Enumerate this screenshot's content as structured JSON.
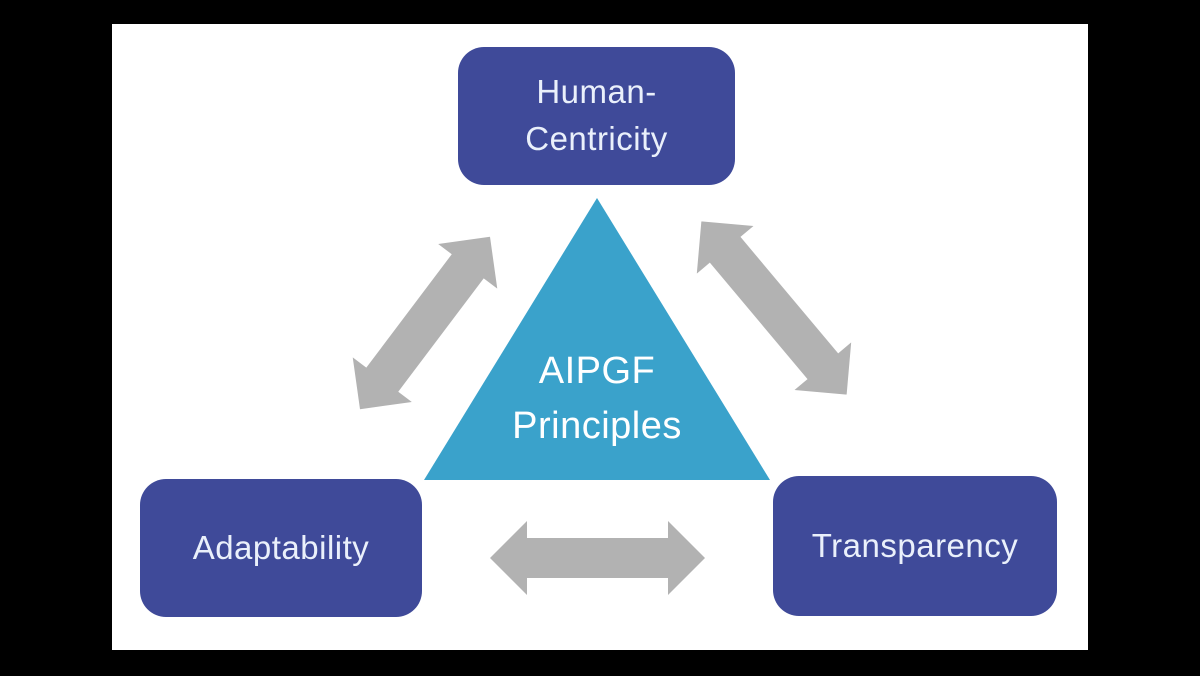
{
  "diagram": {
    "center": {
      "label": "AIPGF\nPrinciples"
    },
    "nodes": [
      {
        "id": "human-centricity",
        "label": "Human-\nCentricity"
      },
      {
        "id": "adaptability",
        "label": "Adaptability"
      },
      {
        "id": "transparency",
        "label": "Transparency"
      }
    ],
    "connectors": [
      {
        "id": "adaptability-human-centricity",
        "type": "bidirectional-arrow"
      },
      {
        "id": "human-centricity-transparency",
        "type": "bidirectional-arrow"
      },
      {
        "id": "adaptability-transparency",
        "type": "bidirectional-arrow"
      }
    ]
  },
  "colors": {
    "node_blue": "#3F4A99",
    "triangle_teal": "#3AA2CB",
    "arrow_gray": "#B2B2B2",
    "node_text": "#EAF0FB",
    "panel_bg": "#FFFFFF",
    "frame_bg": "#000000"
  }
}
